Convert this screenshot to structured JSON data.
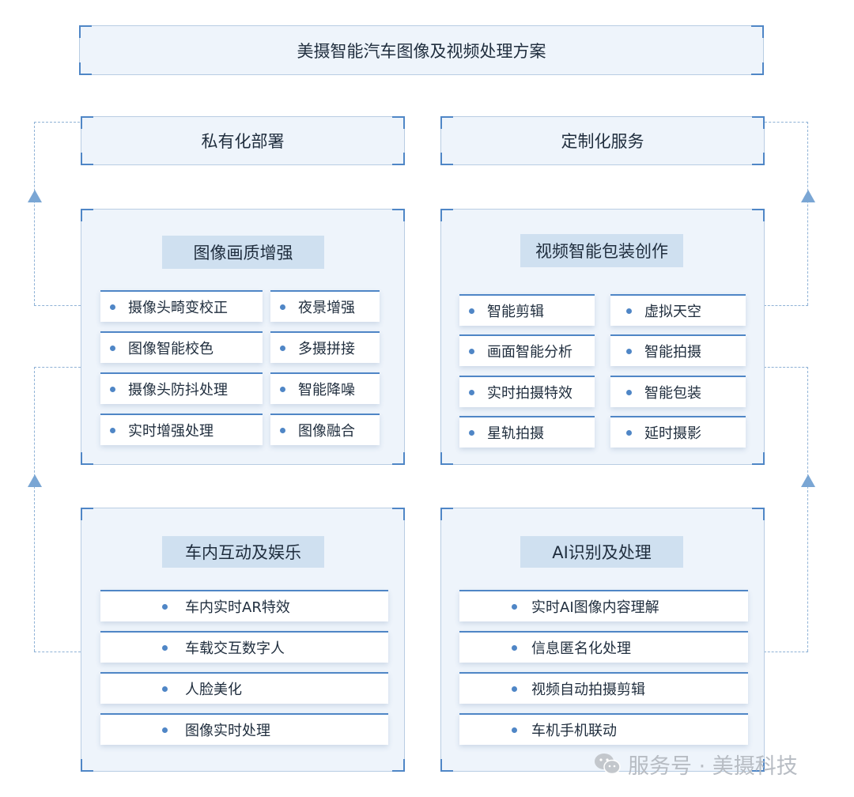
{
  "title": "美摄智能汽车图像及视频处理方案",
  "deploy": {
    "private": "私有化部署",
    "custom": "定制化服务"
  },
  "modules": {
    "image_quality": {
      "title": "图像画质增强",
      "left": [
        "摄像头畸变校正",
        "图像智能校色",
        "摄像头防抖处理",
        "实时增强处理"
      ],
      "right": [
        "夜景增强",
        "多摄拼接",
        "智能降噪",
        "图像融合"
      ]
    },
    "video_creation": {
      "title": "视频智能包装创作",
      "left": [
        "智能剪辑",
        "画面智能分析",
        "实时拍摄特效",
        "星轨拍摄"
      ],
      "right": [
        "虚拟天空",
        "智能拍摄",
        "智能包装",
        "延时摄影"
      ]
    },
    "in_car": {
      "title": "车内互动及娱乐",
      "items": [
        "车内实时AR特效",
        "车载交互数字人",
        "人脸美化",
        "图像实时处理"
      ]
    },
    "ai": {
      "title": "AI识别及处理",
      "items": [
        "实时AI图像内容理解",
        "信息匿名化处理",
        "视频自动拍摄剪辑",
        "车机手机联动"
      ]
    }
  },
  "watermark": {
    "text": "服务号 · 美摄科技",
    "icon": "wechat-icon"
  },
  "colors": {
    "accent": "#4f86c6",
    "panel": "#eef4fb",
    "pill": "#cfe0f0"
  }
}
